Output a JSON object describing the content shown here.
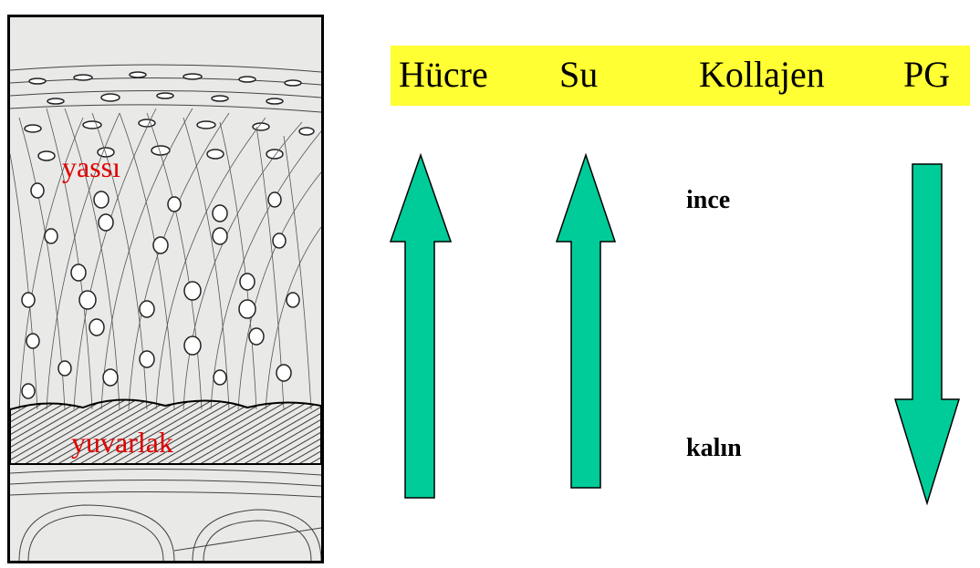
{
  "zones": {
    "top_label": "yassı",
    "bottom_label": "yuvarlak"
  },
  "header": {
    "background_color": "#ffff33",
    "columns": [
      "Hücre",
      "Su",
      "Kollajen",
      "PG"
    ]
  },
  "collagen": {
    "top_label": "ince",
    "bottom_label": "kalın"
  },
  "arrows": {
    "fill_color": "#00cc99",
    "hucre_direction": "up",
    "su_direction": "up",
    "pg_direction": "down"
  }
}
